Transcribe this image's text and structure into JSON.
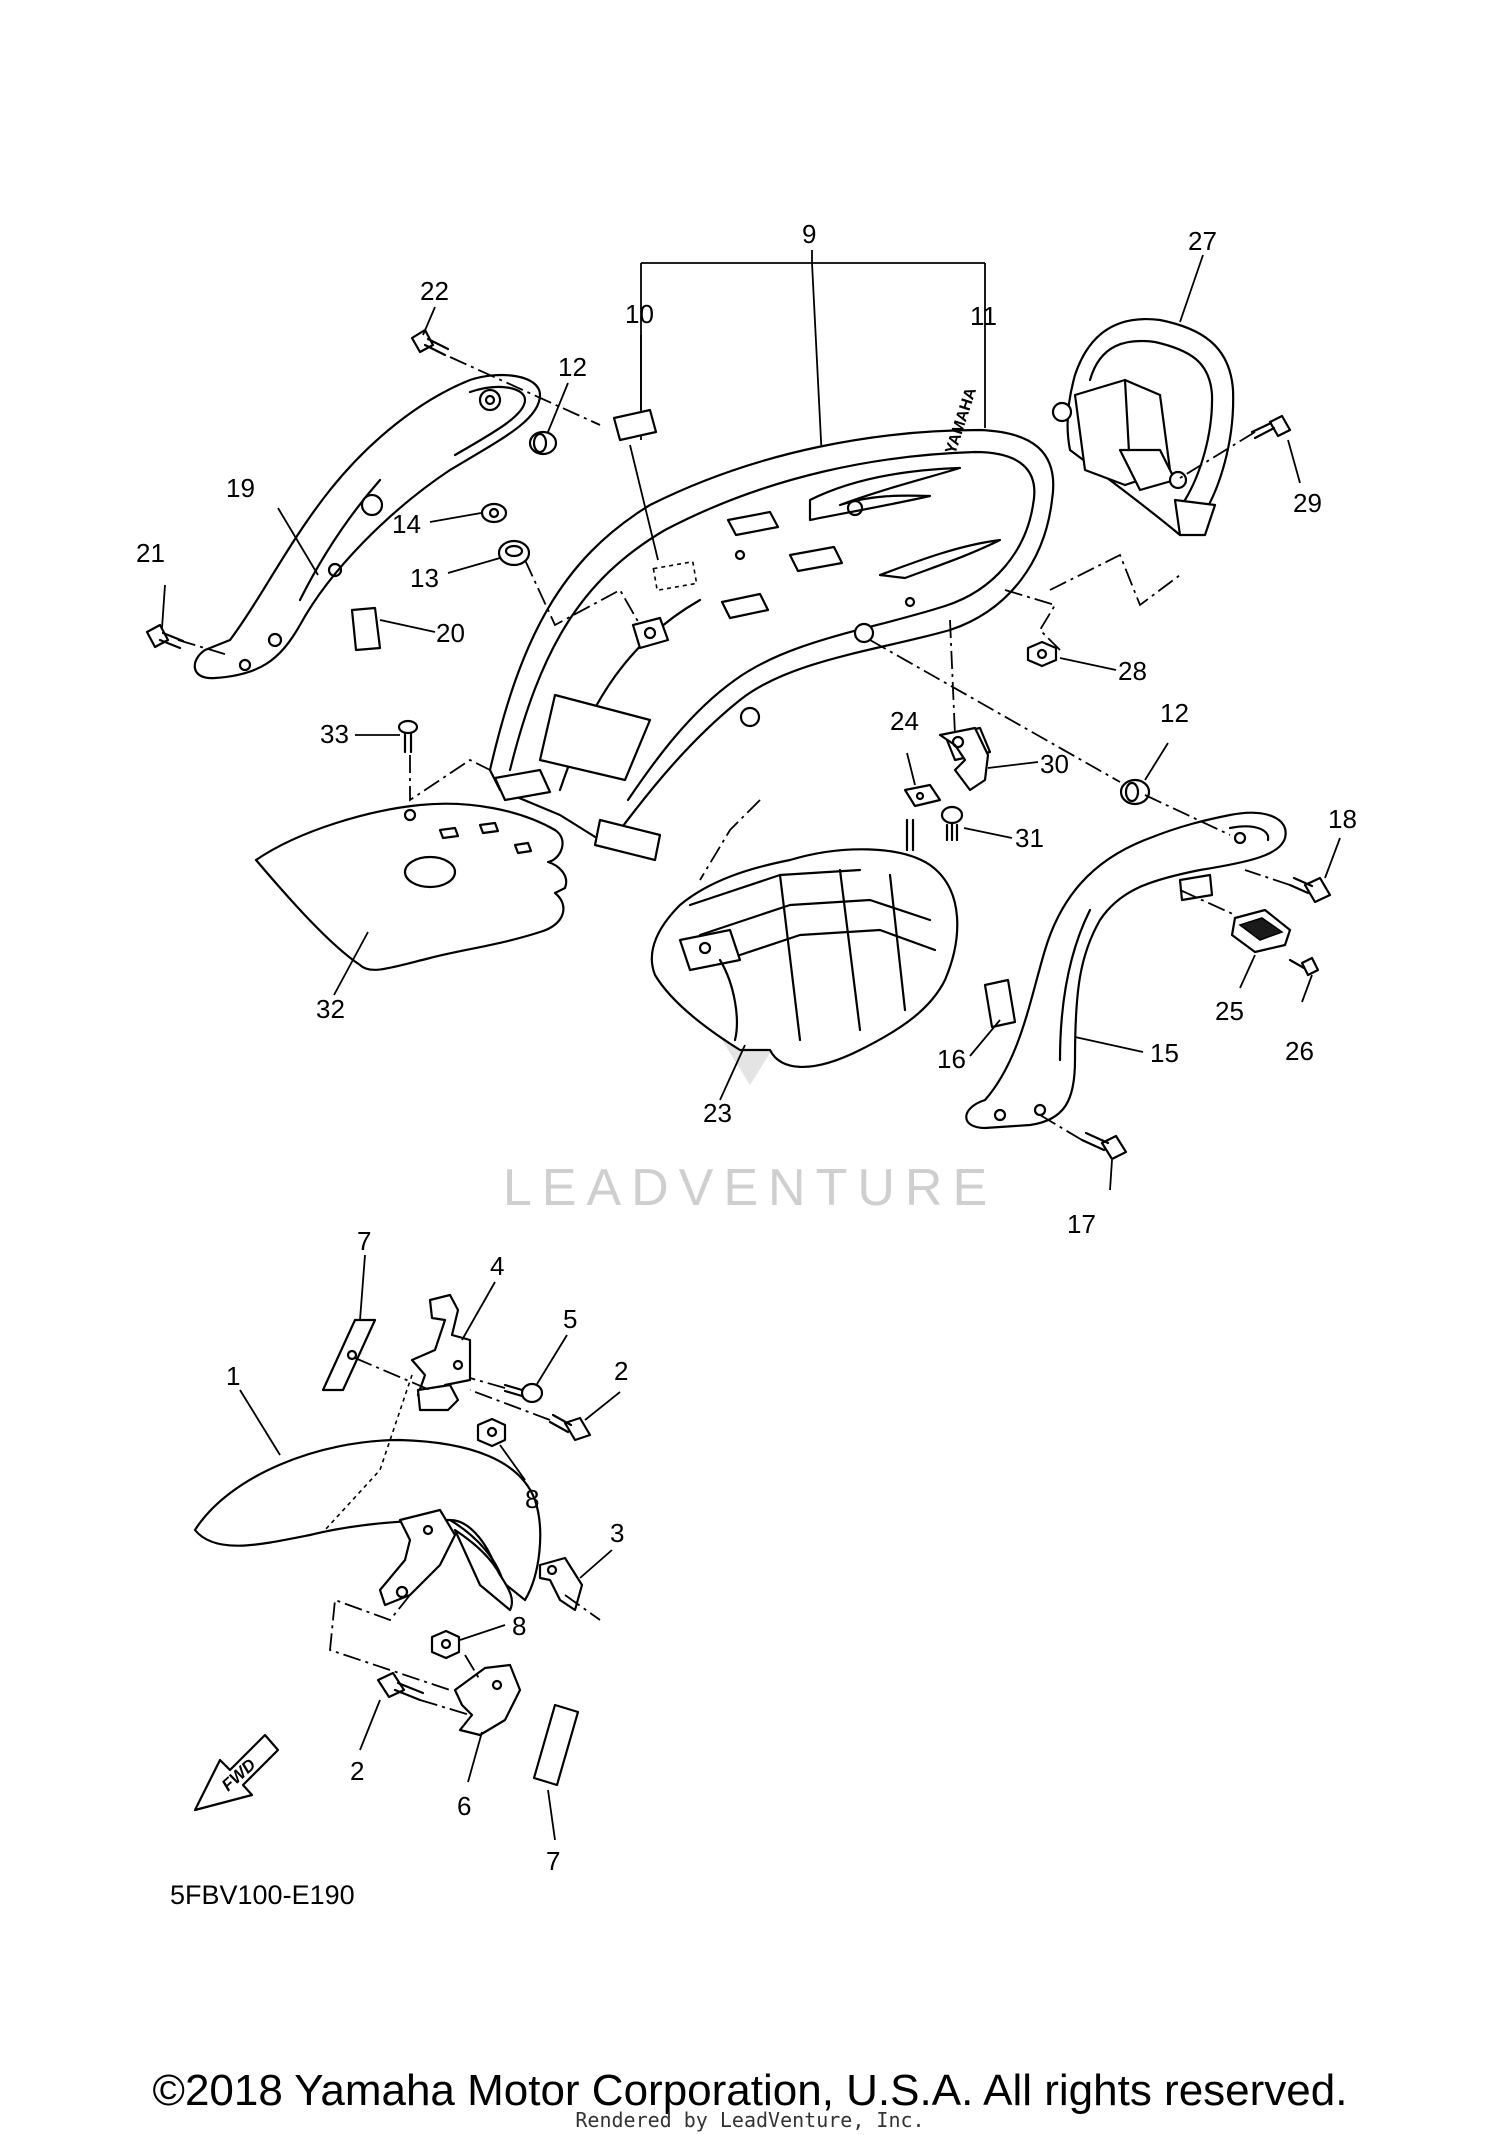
{
  "diagram": {
    "callouts": {
      "c1": "1",
      "c2a": "2",
      "c2b": "2",
      "c3": "3",
      "c4": "4",
      "c5": "5",
      "c6": "6",
      "c7a": "7",
      "c7b": "7",
      "c8a": "8",
      "c8b": "8",
      "c9": "9",
      "c10": "10",
      "c11": "11",
      "c12a": "12",
      "c12b": "12",
      "c13": "13",
      "c14": "14",
      "c15": "15",
      "c16": "16",
      "c17": "17",
      "c18": "18",
      "c19": "19",
      "c20": "20",
      "c21": "21",
      "c22": "22",
      "c23": "23",
      "c24": "24",
      "c25": "25",
      "c26": "26",
      "c27": "27",
      "c28": "28",
      "c29": "29",
      "c30": "30",
      "c31": "31",
      "c32": "32",
      "c33": "33"
    },
    "fender_brand": "YAMAHA",
    "fwd_label": "FWD",
    "diagram_code": "5FBV100-E190"
  },
  "watermark": "LEADVENTURE",
  "footer": {
    "copyright": "©2018 Yamaha Motor Corporation, U.S.A. All rights reserved.",
    "rendered_by": "Rendered by LeadVenture, Inc."
  }
}
